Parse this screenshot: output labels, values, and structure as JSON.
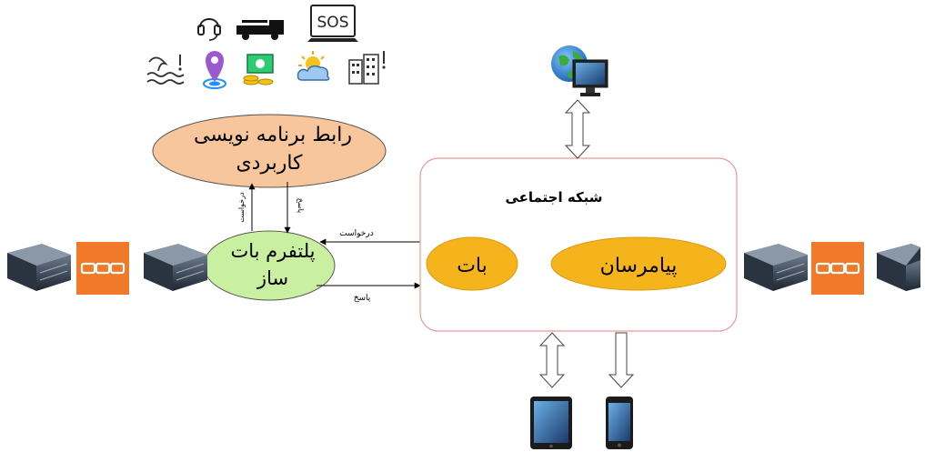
{
  "nodes": {
    "api": {
      "line1": "رابط برنامه نویسی",
      "line2": "کاربردی"
    },
    "bot_platform": {
      "line1": "پلتفرم بات",
      "line2": "ساز"
    },
    "social_network": {
      "title": "شبکه اجتماعی"
    },
    "bot": {
      "label": "بات"
    },
    "messenger": {
      "label": "پیامرسان"
    }
  },
  "edges": {
    "platform_to_api": "درخواست",
    "api_to_platform": "پاسخ",
    "social_to_platform": "درخواست",
    "platform_to_social": "پاسخ"
  },
  "top_icons": [
    "headset-icon",
    "fire-truck-icon",
    "sos-laptop-icon",
    "flood-warning-icon",
    "location-pin-icon",
    "money-icon",
    "weather-icon",
    "building-alert-icon"
  ],
  "device_icons": [
    "globe-computer-icon",
    "tablet-icon",
    "smartphone-icon"
  ],
  "server_icons": [
    "server-icon",
    "blockchain-link-icon"
  ],
  "colors": {
    "api_fill": "#f8c69c",
    "platform_fill": "#c9f0a0",
    "pill_fill": "#f5b41c",
    "network_border": "#e59a9a",
    "chain_orange": "#f07a2a"
  }
}
